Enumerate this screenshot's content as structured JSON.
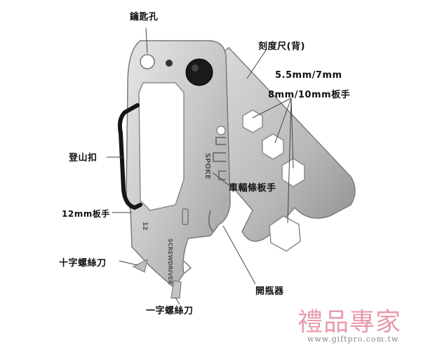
{
  "labels": {
    "keyhole": "鑰匙孔",
    "scale": "刻度尺(背)",
    "size_small": "5.5mm/7mm",
    "size_large": "8mm/10mm板手",
    "carabiner": "登山扣",
    "spoke": "車輻條板手",
    "wrench12": "12mm板手",
    "phillips": "十字螺絲刀",
    "opener": "開瓶器",
    "flathead": "一字螺絲刀"
  },
  "engravings": {
    "spoke": "SPOKE",
    "screwdriver": "SCREWDRIVER",
    "size12": "12"
  },
  "watermark": {
    "brand": "禮品專家",
    "url": "www.giftpro.com.tw"
  },
  "colors": {
    "steel_light": "#d9d9d9",
    "steel_mid": "#b5b5b5",
    "steel_dark": "#8a8a8a",
    "leader": "#444444",
    "watermark": "#e07a8e"
  }
}
